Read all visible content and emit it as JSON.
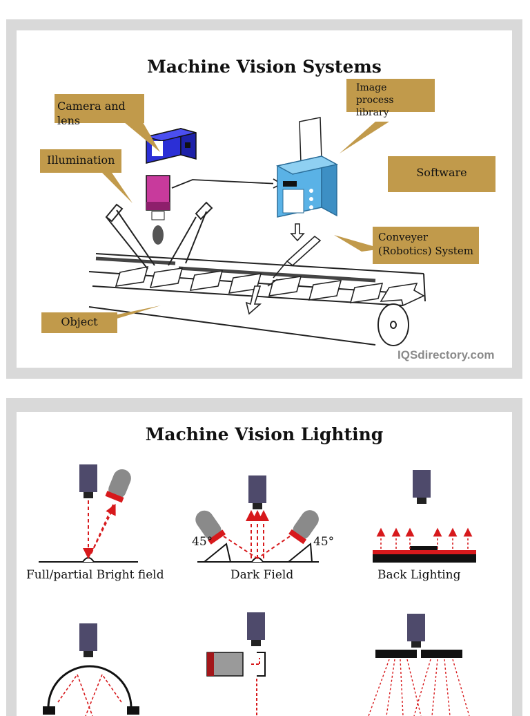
{
  "top_panel": {
    "title": "Machine Vision Systems",
    "labels": {
      "camera": "Camera and lens",
      "illumination": "Illumination",
      "image_library": "Image process library",
      "software": "Software",
      "conveyer": "Conveyer (Robotics) System",
      "object": "Object"
    },
    "credit": "IQSdirectory.com",
    "colors": {
      "label_bg": "#c19a4b",
      "camera_body": "#2b2fd6",
      "lens": "#c83a9c",
      "processor": "#5ab2e6"
    }
  },
  "bottom_panel": {
    "title": "Machine Vision Lighting",
    "techniques": {
      "bright_field": "Full/partial Bright field",
      "dark_field": "Dark Field",
      "back_lighting": "Back Lighting"
    },
    "angle_left": "45°",
    "angle_right": "45°",
    "colors": {
      "camera": "#4e4a6b",
      "ray": "#d7191c",
      "light": "#8a8a8a"
    }
  }
}
